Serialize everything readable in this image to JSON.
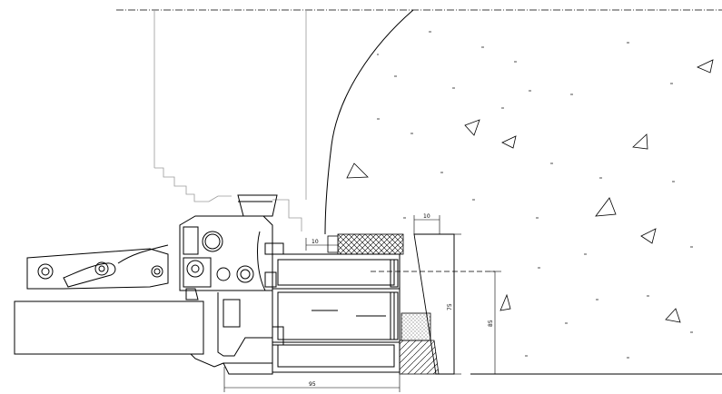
{
  "drawing": {
    "dimensions": {
      "gap_left": "10",
      "gap_top": "10",
      "depth_bottom": "95",
      "height_75": "75",
      "height_85": "85"
    },
    "colors": {
      "line": "#000000",
      "ghost": "#9a9a9a",
      "hatch": "#000000"
    }
  }
}
